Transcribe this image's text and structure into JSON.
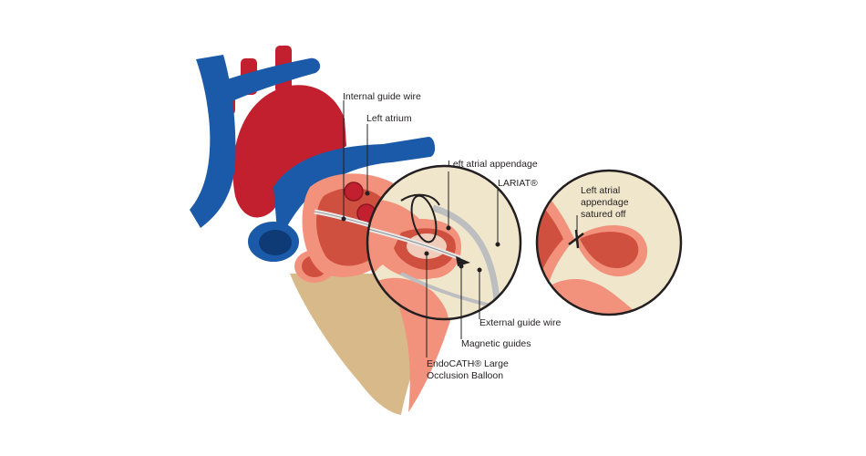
{
  "labels": {
    "internal_guide_wire": "Internal guide wire",
    "left_atrium": "Left atrium",
    "left_atrial_appendage": "Left atrial appendage",
    "lariat": "LARIAT®",
    "external_guide_wire": "External guide wire",
    "magnetic_guides": "Magnetic guides",
    "endocath_line1": "EndoCATH® Large",
    "endocath_line2": "Occlusion Balloon",
    "sutured_line1": "Left atrial",
    "sutured_line2": "appendage",
    "sutured_line3": "satured off"
  },
  "colors": {
    "vessel_blue": "#1a5aa8",
    "artery_red": "#c3202f",
    "muscle_salmon": "#f2927c",
    "tissue_tan": "#d8b98a",
    "cavity_red": "#d0503f",
    "inset_bg": "#efe6cc",
    "outline": "#231f20",
    "wire_gray": "#bdbec0"
  }
}
